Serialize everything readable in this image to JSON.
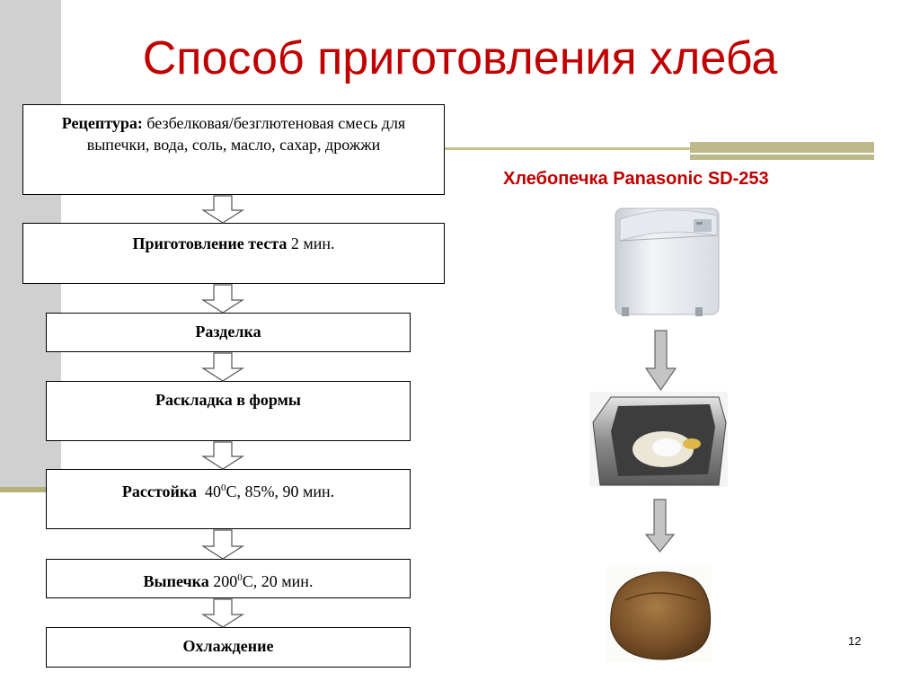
{
  "title": "Способ приготовления хлеба",
  "subtitle": "Хлебопечка Panasonic SD-253",
  "page_number": "12",
  "steps": {
    "recipe": {
      "label": "Рецептура:",
      "text": " безбелковая/безглютеновая смесь для выпечки, вода, соль, масло, сахар, дрожжи"
    },
    "dough": {
      "label": "Приготовление теста",
      "text": " 2 мин."
    },
    "cutting": {
      "label": "Разделка"
    },
    "forms": {
      "label": "Раскладка в формы"
    },
    "proofing": {
      "label": "Расстойка",
      "t": "40",
      "sup": "0",
      "text": "С, 85%, 90 мин."
    },
    "baking": {
      "label": "Выпечка",
      "t": "200",
      "sup": "0",
      "text": "С, 20 мин."
    },
    "cooling": {
      "label": "Охлаждение"
    }
  },
  "colors": {
    "title": "#c00000",
    "accent_band": "#bdb98a",
    "side_strip": "#d0d0d0"
  }
}
